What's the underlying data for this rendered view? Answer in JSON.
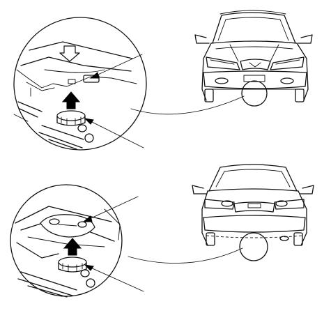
{
  "figure": {
    "panels": [
      {
        "id": "front",
        "view": "front",
        "lift_point": "front-jack-point"
      },
      {
        "id": "rear",
        "view": "rear",
        "lift_point": "rear-jack-point"
      }
    ],
    "icons": [
      "car-front-icon",
      "car-rear-icon",
      "jack-icon",
      "arrow-up-icon",
      "arrow-down-icon"
    ],
    "colors": {
      "line": "#111111",
      "background": "#ffffff"
    }
  }
}
